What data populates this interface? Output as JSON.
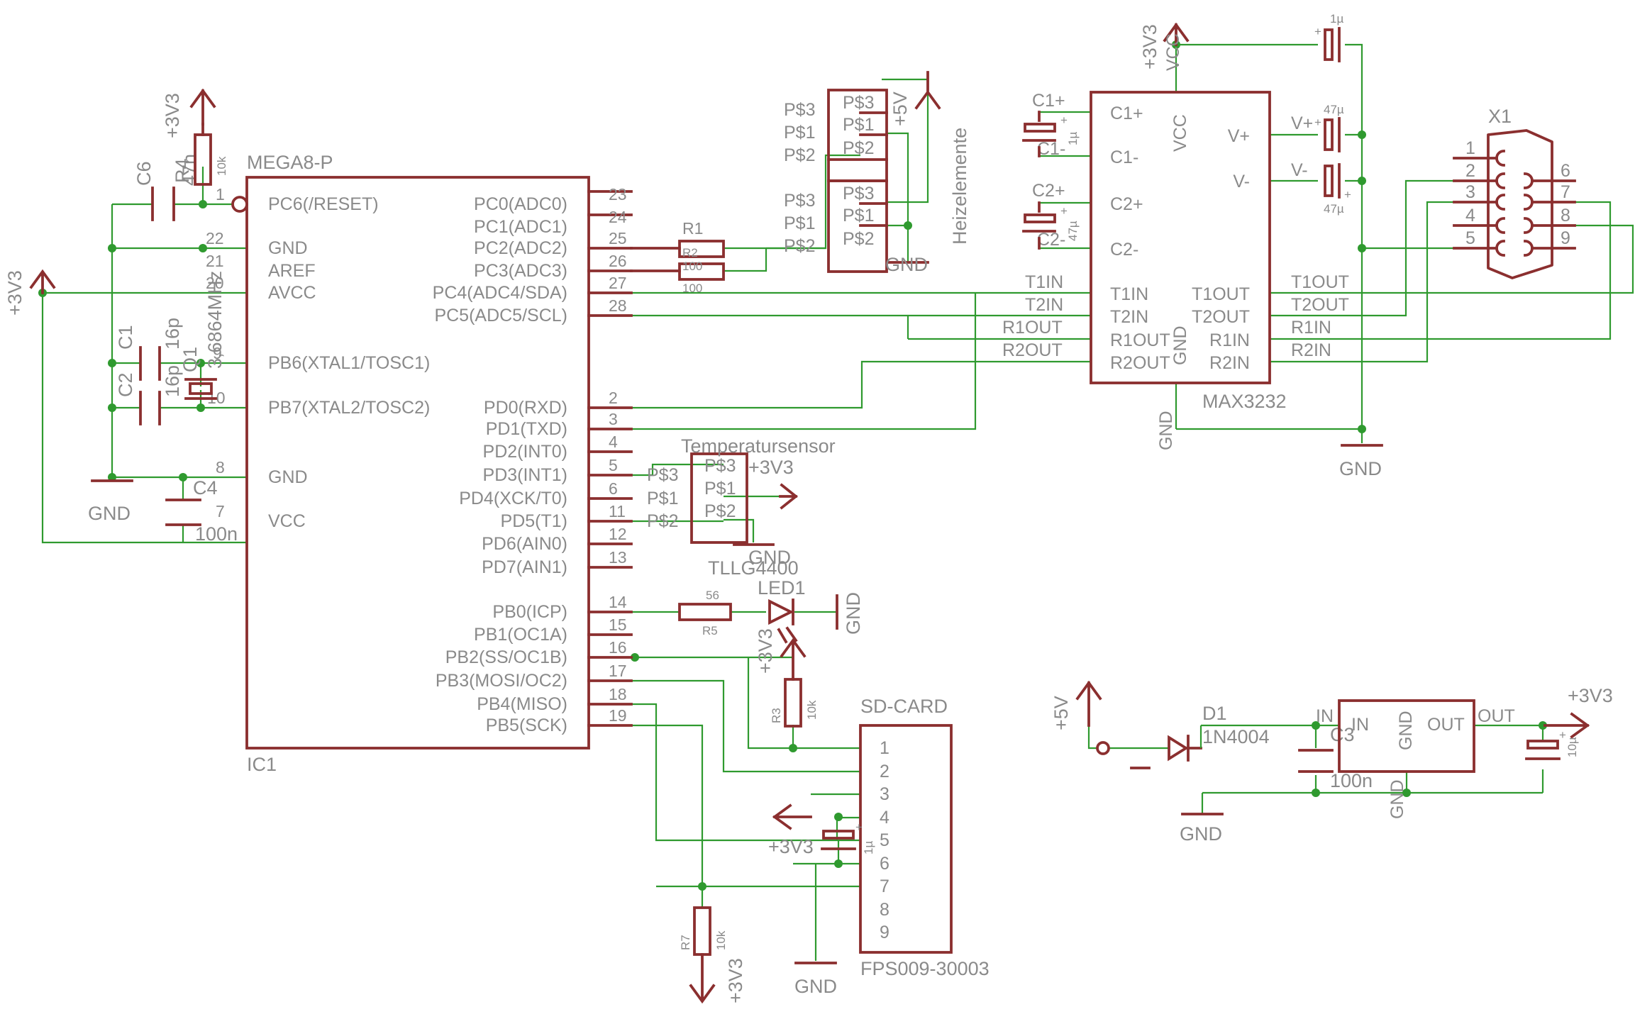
{
  "diagram": {
    "mcu": {
      "name": "MEGA8-P",
      "ref": "IC1",
      "left_pins": [
        {
          "num": "1",
          "name": "PC6(/RESET)"
        },
        {
          "num": "22",
          "name": "GND"
        },
        {
          "num": "21",
          "name": "AREF"
        },
        {
          "num": "20",
          "name": "AVCC"
        },
        {
          "num": "9",
          "name": "PB6(XTAL1/TOSC1)"
        },
        {
          "num": "10",
          "name": "PB7(XTAL2/TOSC2)"
        },
        {
          "num": "8",
          "name": "GND"
        },
        {
          "num": "7",
          "name": "VCC"
        }
      ],
      "right_pins": [
        {
          "num": "23",
          "name": "PC0(ADC0)"
        },
        {
          "num": "24",
          "name": "PC1(ADC1)"
        },
        {
          "num": "25",
          "name": "PC2(ADC2)"
        },
        {
          "num": "26",
          "name": "PC3(ADC3)"
        },
        {
          "num": "27",
          "name": "PC4(ADC4/SDA)"
        },
        {
          "num": "28",
          "name": "PC5(ADC5/SCL)"
        },
        {
          "num": "2",
          "name": "PD0(RXD)"
        },
        {
          "num": "3",
          "name": "PD1(TXD)"
        },
        {
          "num": "4",
          "name": "PD2(INT0)"
        },
        {
          "num": "5",
          "name": "PD3(INT1)"
        },
        {
          "num": "6",
          "name": "PD4(XCK/T0)"
        },
        {
          "num": "11",
          "name": "PD5(T1)"
        },
        {
          "num": "12",
          "name": "PD6(AIN0)"
        },
        {
          "num": "13",
          "name": "PD7(AIN1)"
        },
        {
          "num": "14",
          "name": "PB0(ICP)"
        },
        {
          "num": "15",
          "name": "PB1(OC1A)"
        },
        {
          "num": "16",
          "name": "PB2(SS/OC1B)"
        },
        {
          "num": "17",
          "name": "PB3(MOSI/OC2)"
        },
        {
          "num": "18",
          "name": "PB4(MISO)"
        },
        {
          "num": "19",
          "name": "PB5(SCK)"
        }
      ]
    },
    "max": {
      "name": "MAX3232",
      "left_pins": [
        "C1+",
        "C1-",
        "C2+",
        "C2-",
        "T1IN",
        "T2IN",
        "R1OUT",
        "R2OUT"
      ],
      "right_pins": [
        "V+",
        "V-",
        "T1OUT",
        "T2OUT",
        "R1IN",
        "R2IN"
      ],
      "vcc_pin": "VCC",
      "gnd_pin": "GND"
    },
    "dsub": {
      "ref": "X1",
      "left_pins": [
        "1",
        "2",
        "3",
        "4",
        "5"
      ],
      "right_pins": [
        "6",
        "7",
        "8",
        "9"
      ]
    },
    "heater": {
      "label": "Heizelemente",
      "pins": [
        "P$3",
        "P$1",
        "P$2"
      ],
      "supply": "+5V",
      "ground": "GND"
    },
    "tempsensor": {
      "label": "Temperatursensor",
      "pins": [
        "P$3",
        "P$1",
        "P$2"
      ],
      "supply": "+3V3",
      "ground": "GND"
    },
    "sdcard": {
      "label": "SD-CARD",
      "part": "FPS009-30003",
      "pins": [
        "1",
        "2",
        "3",
        "4",
        "5",
        "6",
        "7",
        "8",
        "9"
      ]
    },
    "regulator": {
      "pin_in": "IN",
      "pin_gnd": "GND",
      "pin_out": "OUT",
      "net_in": "IN",
      "net_out": "OUT",
      "net_gnd": "GND"
    },
    "parts": {
      "C6": "C6",
      "C6_val": "47n",
      "R4": "R4",
      "R4_val": "10k",
      "C1": "C1",
      "C1_val": "16p",
      "C2": "C2",
      "C2_val": "16p",
      "Q1": "Q1",
      "Q1_val": "3,6864MHz",
      "C4": "C4",
      "C4_val": "100n",
      "R1": "R1",
      "R1_val": "100",
      "R2": "R2",
      "R2_val": "100",
      "R5": "R5",
      "R5_val": "56",
      "LED1": "LED1",
      "LED1_type": "TLLG4400",
      "R3": "R3",
      "R3_val": "10k",
      "R7": "R7",
      "R7_val": "10k",
      "C5_val": "1µ",
      "D1": "D1",
      "D1_val": "1N4004",
      "C3": "C3",
      "C3_val": "100n",
      "C7_val": "10µ",
      "Ca_val": "1µ",
      "Cb_val": "47µ",
      "Cc_val": "47µ",
      "Cd_val": "1µ",
      "Ce_val": "47µ"
    },
    "nets": {
      "v33": "+3V3",
      "v5": "+5V",
      "gnd": "GND",
      "vcc": "VCC",
      "t1in": "T1IN",
      "t2in": "T2IN",
      "r1out": "R1OUT",
      "r2out": "R2OUT",
      "t1out": "T1OUT",
      "t2out": "T2OUT",
      "r1in": "R1IN",
      "r2in": "R2IN",
      "vplus": "V+",
      "vminus": "V-",
      "c1p": "C1+",
      "c1m": "C1-",
      "c2p": "C2+",
      "c2m": "C2-",
      "ps3": "P$3",
      "ps1": "P$1",
      "ps2": "P$2"
    }
  }
}
